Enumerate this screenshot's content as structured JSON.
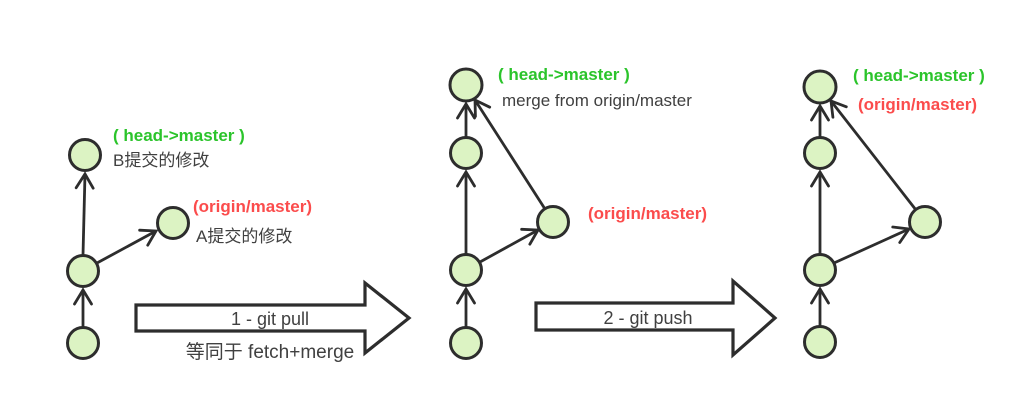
{
  "colors": {
    "background": "#ffffff",
    "node_fill": "#dcf3c3",
    "outline": "#2d2d2d",
    "head_label_green": "#2bc42b",
    "origin_label_red": "#fb4c4c",
    "caption_text": "#404040"
  },
  "diagrams": {
    "before_pull": {
      "head_label": "( head->master )",
      "head_caption": "B提交的修改",
      "origin_label": "(origin/master)",
      "origin_caption": "A提交的修改"
    },
    "after_pull": {
      "head_label": "( head->master )",
      "head_caption": "merge from origin/master",
      "origin_label": "(origin/master)"
    },
    "after_push": {
      "head_label": "( head->master )",
      "origin_label": "(origin/master)"
    }
  },
  "step_arrows": {
    "pull": {
      "label": "1 - git pull",
      "caption": "等同于 fetch+merge"
    },
    "push": {
      "label": "2 - git push"
    }
  }
}
